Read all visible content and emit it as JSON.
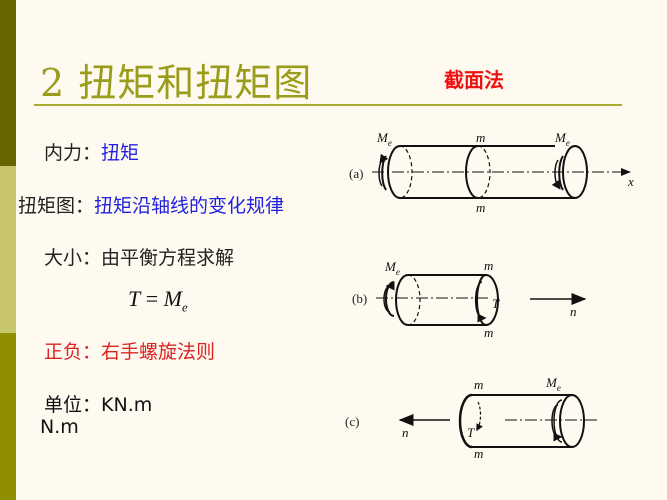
{
  "slide": {
    "title": "2 扭矩和扭矩图",
    "method_label": "截面法",
    "colors": {
      "sidebar_dark": "#666600",
      "sidebar_light": "#c8c66c",
      "sidebar_mid": "#8f8f00",
      "title": "#9c9c1c",
      "blue_text": "#2222dd",
      "red_text": "#dd2222",
      "background": "#fffaf0"
    }
  },
  "content": {
    "internal_force": {
      "label": "内力：",
      "value": "扭矩"
    },
    "torque_diagram": {
      "label": "扭矩图：",
      "value": "扭矩沿轴线的变化规律"
    },
    "magnitude": {
      "label": "大小：",
      "value": "由平衡方程求解"
    },
    "equation": {
      "lhs": "T",
      "eq": " = ",
      "rhs": "M",
      "sub": "e"
    },
    "sign": {
      "label": "正负：",
      "value": "右手螺旋法则"
    },
    "units": {
      "label": "单位：",
      "value1": "KN.m",
      "value2": "N.m"
    }
  },
  "figures": {
    "a": {
      "tag": "(a)",
      "moment": "M",
      "moment_sub": "e",
      "section": "m",
      "axis": "x"
    },
    "b": {
      "tag": "(b)",
      "moment": "M",
      "moment_sub": "e",
      "section": "m",
      "torque": "T",
      "normal": "n"
    },
    "c": {
      "tag": "(c)",
      "moment": "M",
      "moment_sub": "e",
      "section": "m",
      "torque": "T",
      "normal": "n"
    }
  }
}
